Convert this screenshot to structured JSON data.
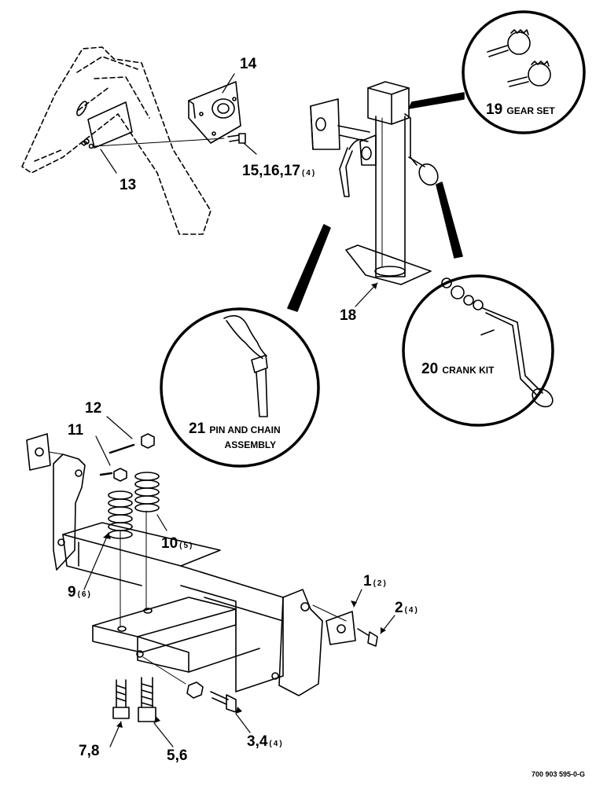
{
  "labels": {
    "p1": {
      "num": "1",
      "qty": "(2)"
    },
    "p2": {
      "num": "2",
      "qty": "(4)"
    },
    "p34": {
      "num": "3,4",
      "qty": "(4)"
    },
    "p56": {
      "num": "5,6"
    },
    "p78": {
      "num": "7,8"
    },
    "p9": {
      "num": "9",
      "qty": "(6)"
    },
    "p10": {
      "num": "10",
      "qty": "(5)"
    },
    "p11": {
      "num": "11"
    },
    "p12": {
      "num": "12"
    },
    "p13": {
      "num": "13"
    },
    "p14": {
      "num": "14"
    },
    "p151617": {
      "num": "15,16,17",
      "qty": "(4)"
    },
    "p18": {
      "num": "18"
    },
    "p19": {
      "num": "19",
      "text": "GEAR SET"
    },
    "p20": {
      "num": "20",
      "text": "CRANK KIT"
    },
    "p21": {
      "num": "21",
      "text_line1": "PIN AND CHAIN",
      "text_line2": "ASSEMBLY"
    }
  },
  "drawing_number": "700 903 595-0-G"
}
